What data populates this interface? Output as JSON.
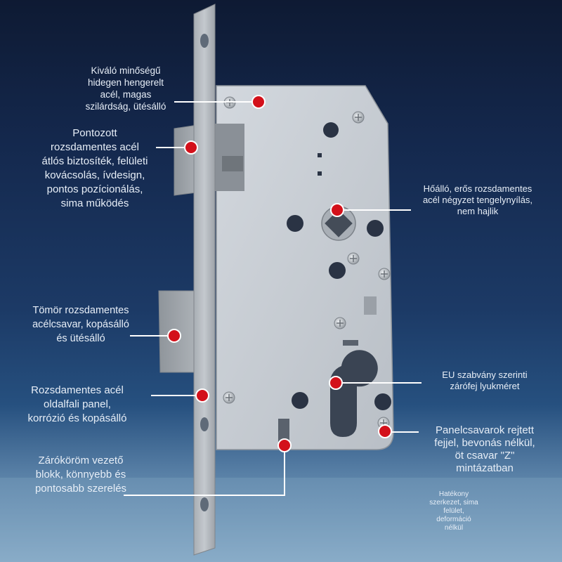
{
  "callouts": {
    "quality": "Kiváló minőségű\nhidegen hengerelt\nacél, magas\nszilárdság, ütésálló",
    "diagonal_latch": "Pontozott\nrozsdamentes acél\nátlós biztosíték, felületi\nkovácsolás, ívdesign,\npontos pozícionálás,\nsima működés",
    "solid_bolt": "Tömör rozsdamentes\nacélcsavar, kopásálló\nés ütésálló",
    "side_panel": "Rozsdamentes acél\noldalfali panel,\nkorrózió és kopásálló",
    "guide_block": "Záróköröm vezető\nblokk, könnyebb és\npontosabb szerelés",
    "spindle": "Hőálló, erős rozsdamentes\nacél négyzet tengelynyílás,\nnem hajlik",
    "euro_cylinder": "EU szabvány szerinti\nzárófej lyukméret",
    "panel_screws": "Panelcsavarok rejtett\nfejjel, bevonás nélkül,\nöt csavar \"Z\"\nmintázatban",
    "efficient": "Hatékony\nszerkezet, sima\nfelület,\ndeformáció\nnélkül"
  },
  "colors": {
    "marker": "#d3101a",
    "marker_ring": "#ffffff",
    "steel": "#c9ced4",
    "faceplate": "#b9bec4",
    "text": "#e7eef7"
  },
  "icons": {
    "marker": "red-dot-marker",
    "screw": "phillips-screw-icon"
  }
}
